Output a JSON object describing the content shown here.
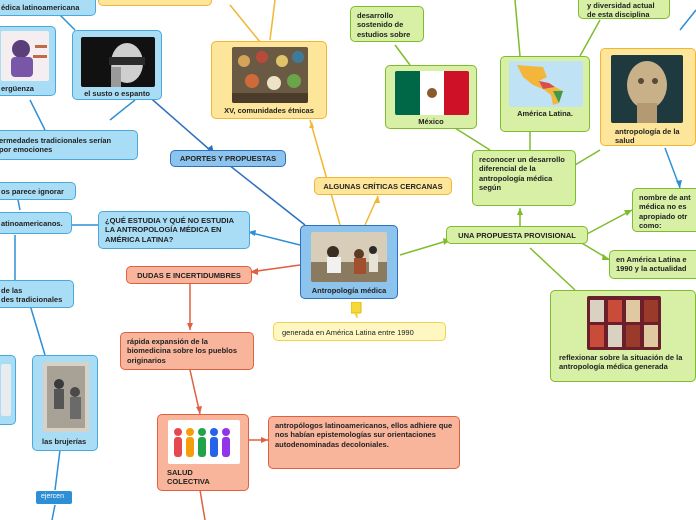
{
  "center": {
    "label": "Antropología médica"
  },
  "branches": {
    "aportes": "APORTES Y PROPUESTAS",
    "algunas": "ALGUNAS CRÍTICAS CERCANAS",
    "propuesta": "UNA PROPUESTA PROVISIONAL",
    "dudas": "DUDAS E INCERTIDUMBRES",
    "que_estudia": "¿QUÉ ESTUDIA Y QUÉ NO ESTUDIA LA ANTROPOLOGÍA MÉDICA EN AMÉRICA LATINA?",
    "generada": "generada en América Latina entre 1990"
  },
  "nodes": {
    "medica_lat": "édica latinoamericana",
    "verguenza": "ergüenza",
    "susto": "el susto o espanto",
    "enfermedades": "ermedades tradicionales serían\npor emociones",
    "parece": "os parece ignorar",
    "latinoamericanos": "atinoamericanos.",
    "de_las": "de las\ndes tradicionales",
    "brujerias": "las brujerías",
    "ejercen": "ejercen",
    "comunidades": "XV, comunidades étnicas",
    "desarrollo": "desarrollo sostenido de estudios sobre",
    "mexico": "México",
    "america": "América Latina.",
    "diversidad": "y diversidad actual de esta disciplina",
    "antro_salud": "antropología de la salud",
    "reconocer": "reconocer un desarrollo diferencial de la antropología médica según",
    "nombre": "nombre de ant médica no es apropiado otr como:",
    "en_america": "en América Latina e 1990 y la actualidad",
    "reflexionar": "reflexionar sobre la situación de la antropología médica generada",
    "rapida": "rápida expansión de la biomedicina sobre los pueblos originarios",
    "salud_colectiva": "SALUD COLECTIVA",
    "antropologos": "antropólogos latinoamericanos, ellos adhiere que nos habían epistemologías sur orientaciones autodenominadas decoloniales."
  },
  "icons": {
    "note": "note-icon"
  },
  "colors": {
    "blue": "#a9ddf6",
    "dark_blue": "#8cc4ee",
    "green": "#d7f0a6",
    "yellow": "#fde59a",
    "salmon": "#f9b49c"
  }
}
